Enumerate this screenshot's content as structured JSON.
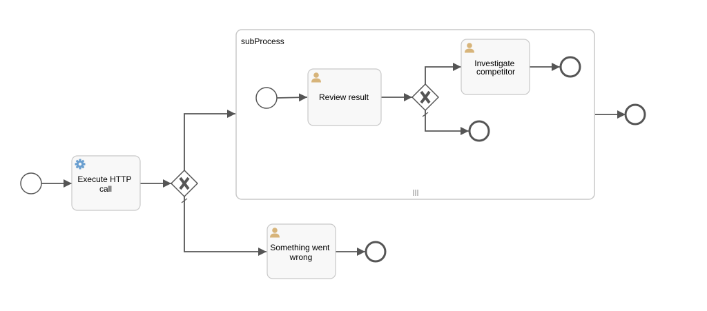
{
  "diagram": {
    "subprocess": {
      "label": "subProcess",
      "marker": "III"
    },
    "tasks": {
      "execute_http": {
        "lines": [
          "Execute HTTP",
          "call"
        ],
        "icon": "gear-icon"
      },
      "review_result": {
        "lines": [
          "Review result"
        ],
        "icon": "user-icon"
      },
      "investigate": {
        "lines": [
          "Investigate",
          "competitor"
        ],
        "icon": "user-icon"
      },
      "something_wrong": {
        "lines": [
          "Something went",
          "wrong"
        ],
        "icon": "user-icon"
      }
    },
    "gateways": {
      "symbol": "X"
    },
    "colors": {
      "stroke": "#555555",
      "task_fill": "#f8f8f8",
      "task_stroke": "#c8c8c8",
      "user_icon": "#d7b47a",
      "gear_icon": "#6a9fd0"
    }
  }
}
